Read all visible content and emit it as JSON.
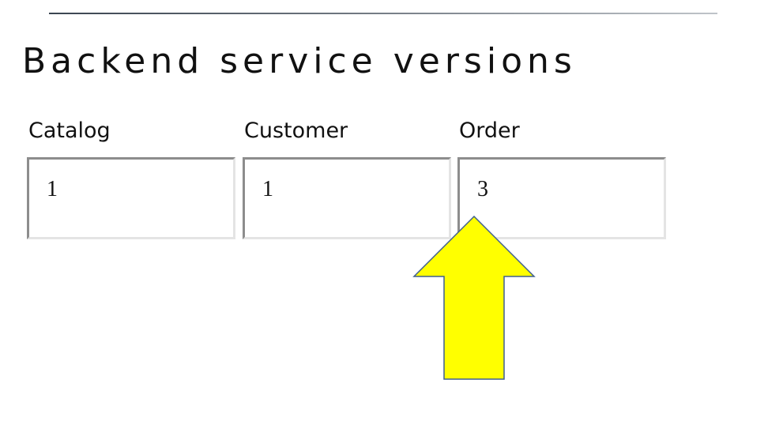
{
  "page": {
    "title": "Backend service versions"
  },
  "fields": {
    "catalog": {
      "label": "Catalog",
      "value": "1"
    },
    "customer": {
      "label": "Customer",
      "value": "1"
    },
    "order": {
      "label": "Order",
      "value": "3"
    }
  },
  "annotation": {
    "icon": "up-arrow-icon",
    "fill_color": "#ffff00",
    "stroke_color": "#3f5f8f"
  }
}
